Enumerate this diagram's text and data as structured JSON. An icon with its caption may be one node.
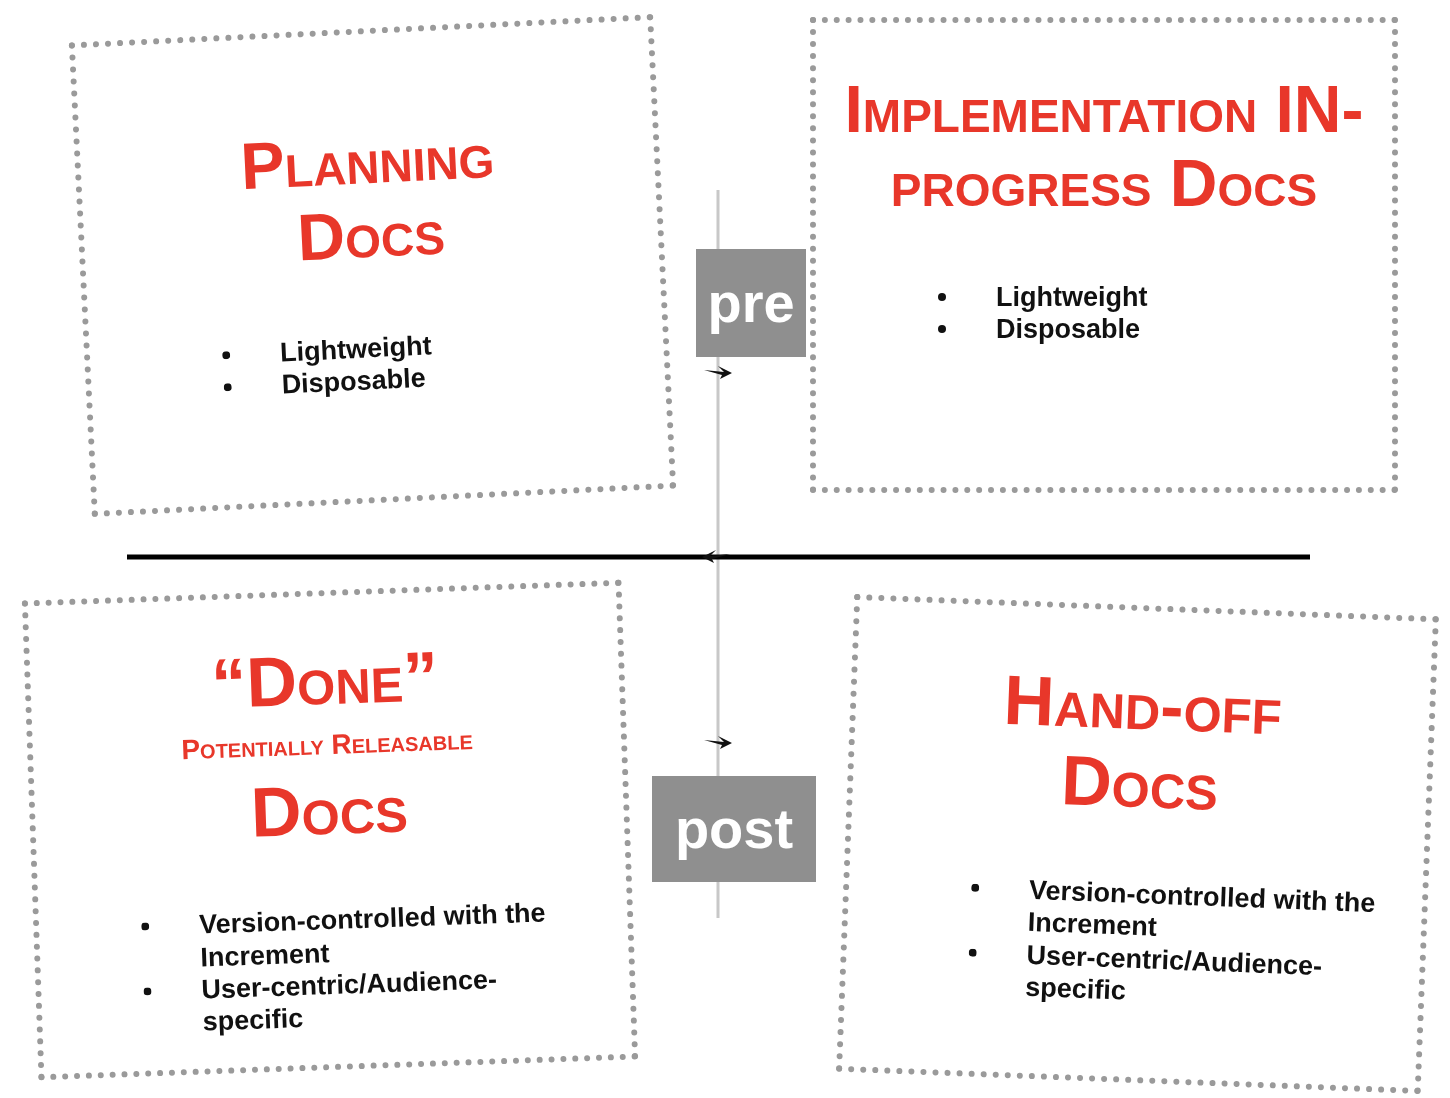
{
  "diagram": {
    "nodes": [
      {
        "text": [
          "Planning Docs",
          "Lightweight",
          "Disposable"
        ]
      },
      {
        "text": [
          "Implementation IN-progress Docs",
          "Lightweight",
          "Disposable"
        ]
      },
      {
        "text": [
          "“Done”",
          "Potentially Releasable",
          "Docs",
          "Version-controlled with the Increment",
          "User-centric/Audience-specific"
        ]
      },
      {
        "text": [
          "Hand-off Docs",
          "Version-controlled with the Increment",
          "User-centric/Audience-specific"
        ]
      }
    ],
    "edges": [],
    "labels": [
      "pre",
      "post"
    ]
  }
}
